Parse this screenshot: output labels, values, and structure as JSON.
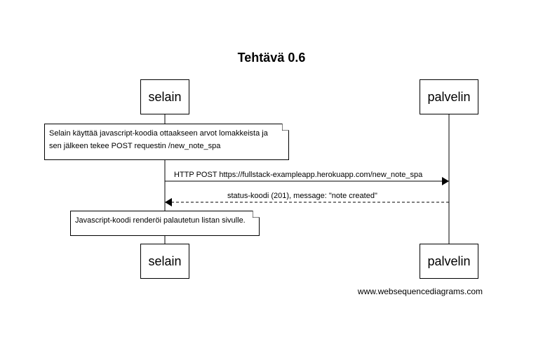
{
  "title": "Tehtävä 0.6",
  "participants": {
    "client": "selain",
    "server": "palvelin"
  },
  "notes": [
    {
      "line1": "Selain käyttää javascript-koodia ottaakseen arvot lomakkeista ja",
      "line2": "sen jälkeen tekee POST requestin /new_note_spa"
    },
    {
      "line1": "Javascript-koodi renderöi palautetun listan sivulle."
    }
  ],
  "messages": [
    {
      "label": "HTTP POST https://fullstack-exampleapp.herokuapp.com/new_note_spa",
      "style": "solid"
    },
    {
      "label": "status-koodi (201), message: \"note created\"",
      "style": "dashed"
    }
  ],
  "footer": "www.websequencediagrams.com"
}
